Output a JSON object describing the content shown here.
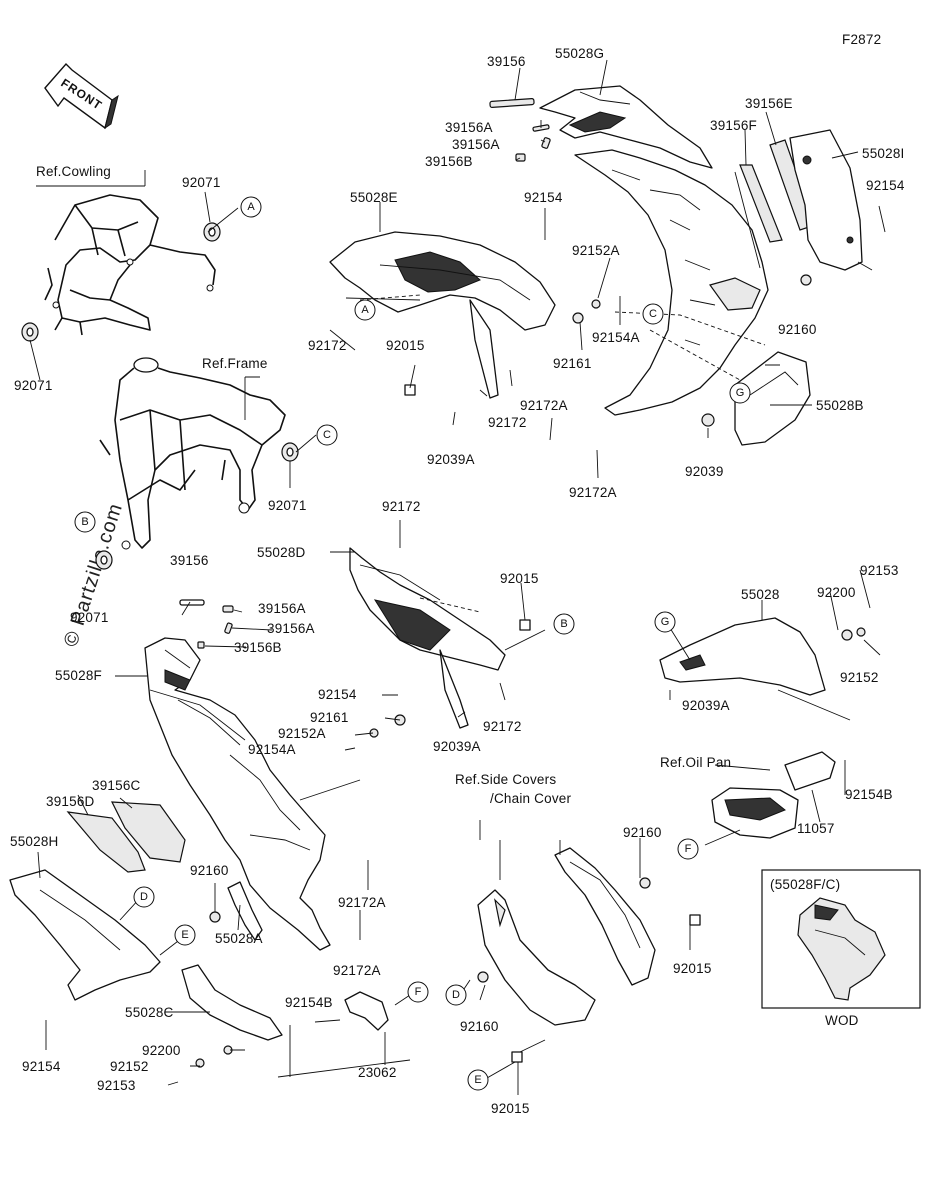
{
  "figure_code": "F2872",
  "front_label": "FRONT",
  "watermark": "© Partzilla.com",
  "inset_caption": "(55028F/C)",
  "inset_footer": "WOD",
  "refs": [
    {
      "id": "ref-cowling",
      "text": "Ref.Cowling"
    },
    {
      "id": "ref-frame",
      "text": "Ref.Frame"
    },
    {
      "id": "ref-oil-pan",
      "text": "Ref.Oil Pan"
    },
    {
      "id": "ref-side-covers-1",
      "text": "Ref.Side Covers"
    },
    {
      "id": "ref-side-covers-2",
      "text": "/Chain Cover"
    }
  ],
  "parts": [
    "39156",
    "55028G",
    "39156A",
    "39156A",
    "39156B",
    "39156E",
    "39156F",
    "55028I",
    "92071",
    "55028E",
    "92154",
    "92154",
    "92152A",
    "92154A",
    "92160",
    "92172",
    "92015",
    "92161",
    "92172",
    "92172A",
    "92039A",
    "92172A",
    "55028B",
    "92039",
    "92071",
    "92071",
    "92071",
    "92172",
    "55028D",
    "39156",
    "92015",
    "39156A",
    "39156A",
    "39156B",
    "55028F",
    "92154",
    "92161",
    "92152A",
    "92154A",
    "92172",
    "92039A",
    "55028",
    "92200",
    "92153",
    "92152",
    "92039A",
    "92154B",
    "11057",
    "39156C",
    "39156D",
    "55028H",
    "92160",
    "92172A",
    "55028A",
    "92172A",
    "92154",
    "55028C",
    "92154B",
    "92200",
    "92152",
    "92153",
    "23062",
    "92160",
    "92015",
    "92160",
    "92015"
  ],
  "callouts": [
    "A",
    "A",
    "C",
    "C",
    "B",
    "B",
    "G",
    "G",
    "F",
    "F",
    "D",
    "D",
    "E",
    "E"
  ]
}
